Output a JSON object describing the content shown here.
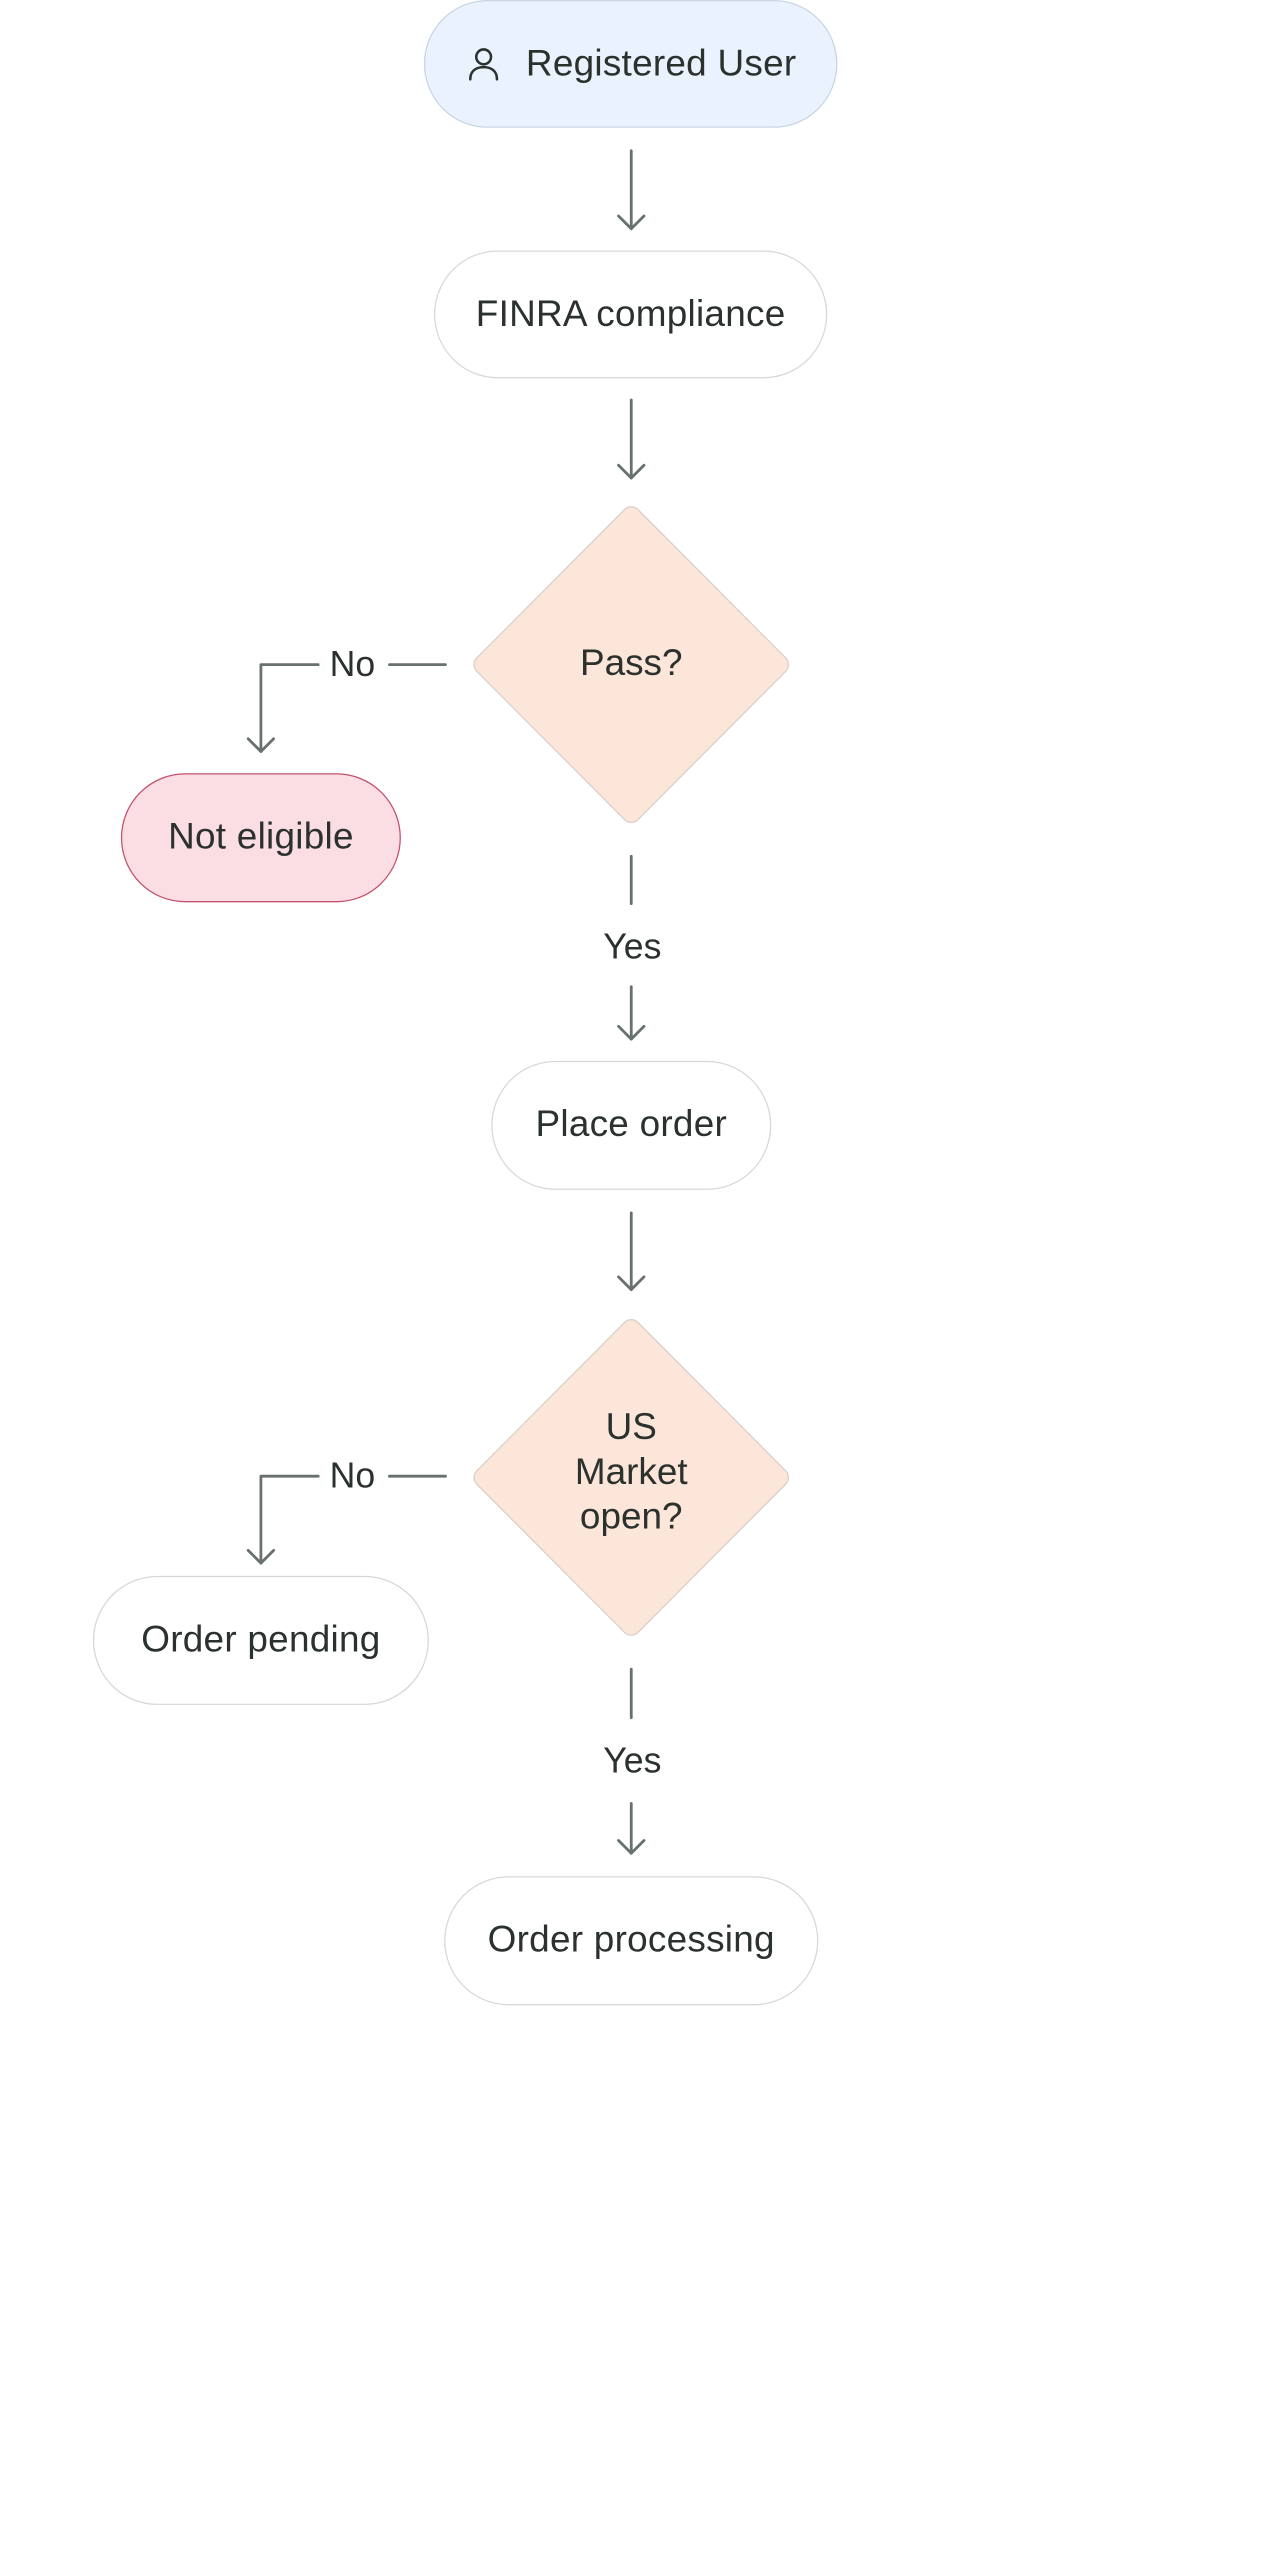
{
  "nodes": {
    "registered_user": "Registered User",
    "finra_compliance": "FINRA compliance",
    "pass_decision": "Pass?",
    "not_eligible": "Not eligible",
    "place_order": "Place order",
    "market_decision": "US\nMarket\nopen?",
    "order_pending": "Order pending",
    "order_processing": "Order processing"
  },
  "edges": {
    "pass_no": "No",
    "pass_yes": "Yes",
    "market_no": "No",
    "market_yes": "Yes"
  },
  "icons": {
    "start": "user-icon"
  },
  "colors": {
    "start_fill": "#eaf2fd",
    "decision_fill": "#fce5d9",
    "fail_fill": "#fbdde4",
    "fail_border": "#c2526e",
    "connector": "#69716c"
  }
}
